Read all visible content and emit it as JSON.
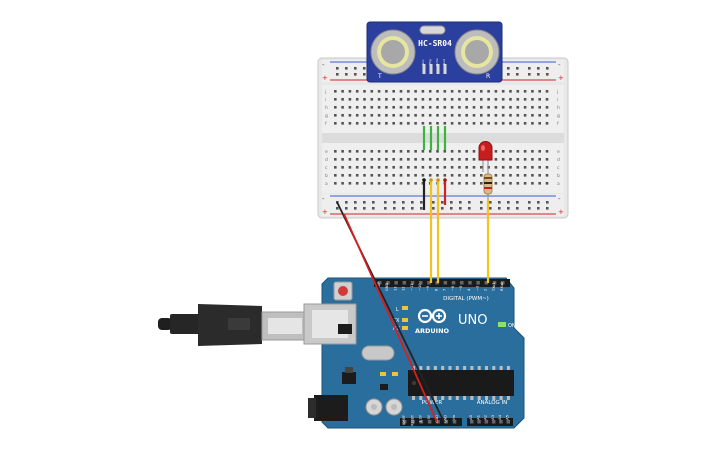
{
  "sensor": {
    "name": "HC-SR04",
    "left_mark": "T",
    "right_mark": "R",
    "pins": [
      "Vcc",
      "Trig",
      "Echo",
      "Gnd"
    ]
  },
  "breadboard": {
    "row_letters_top": [
      "j",
      "i",
      "h",
      "g",
      "f"
    ],
    "row_letters_bottom": [
      "e",
      "d",
      "c",
      "b",
      "a"
    ],
    "plus": "+",
    "minus": "-"
  },
  "arduino": {
    "brand": "ARDUINO",
    "model": "UNO",
    "on_label": "ON",
    "tx_label": "TX",
    "rx_label": "RX",
    "l_label": "L",
    "digital_label": "DIGITAL (PWM~)",
    "power_label": "POWER",
    "analog_label": "ANALOG IN",
    "top_pins": [
      "AREF",
      "GND",
      "13",
      "12",
      "~11",
      "~10",
      "~9",
      "8",
      "7",
      "~6",
      "~5",
      "4",
      "~3",
      "2",
      "TX▸1",
      "RX◂0"
    ],
    "power_pins": [
      "IOREF",
      "RESET",
      "3.3V",
      "5V",
      "GND",
      "GND",
      "Vin"
    ],
    "analog_pins": [
      "A0",
      "A1",
      "A2",
      "A3",
      "A4",
      "A5"
    ]
  },
  "colors": {
    "wire_yellow": "#f2c31b",
    "wire_green": "#3db43d",
    "wire_red": "#d62020",
    "wire_black": "#222222",
    "board_blue": "#2a6e9e",
    "sensor_blue": "#2b3f9e",
    "led_red": "#c81d1d"
  }
}
